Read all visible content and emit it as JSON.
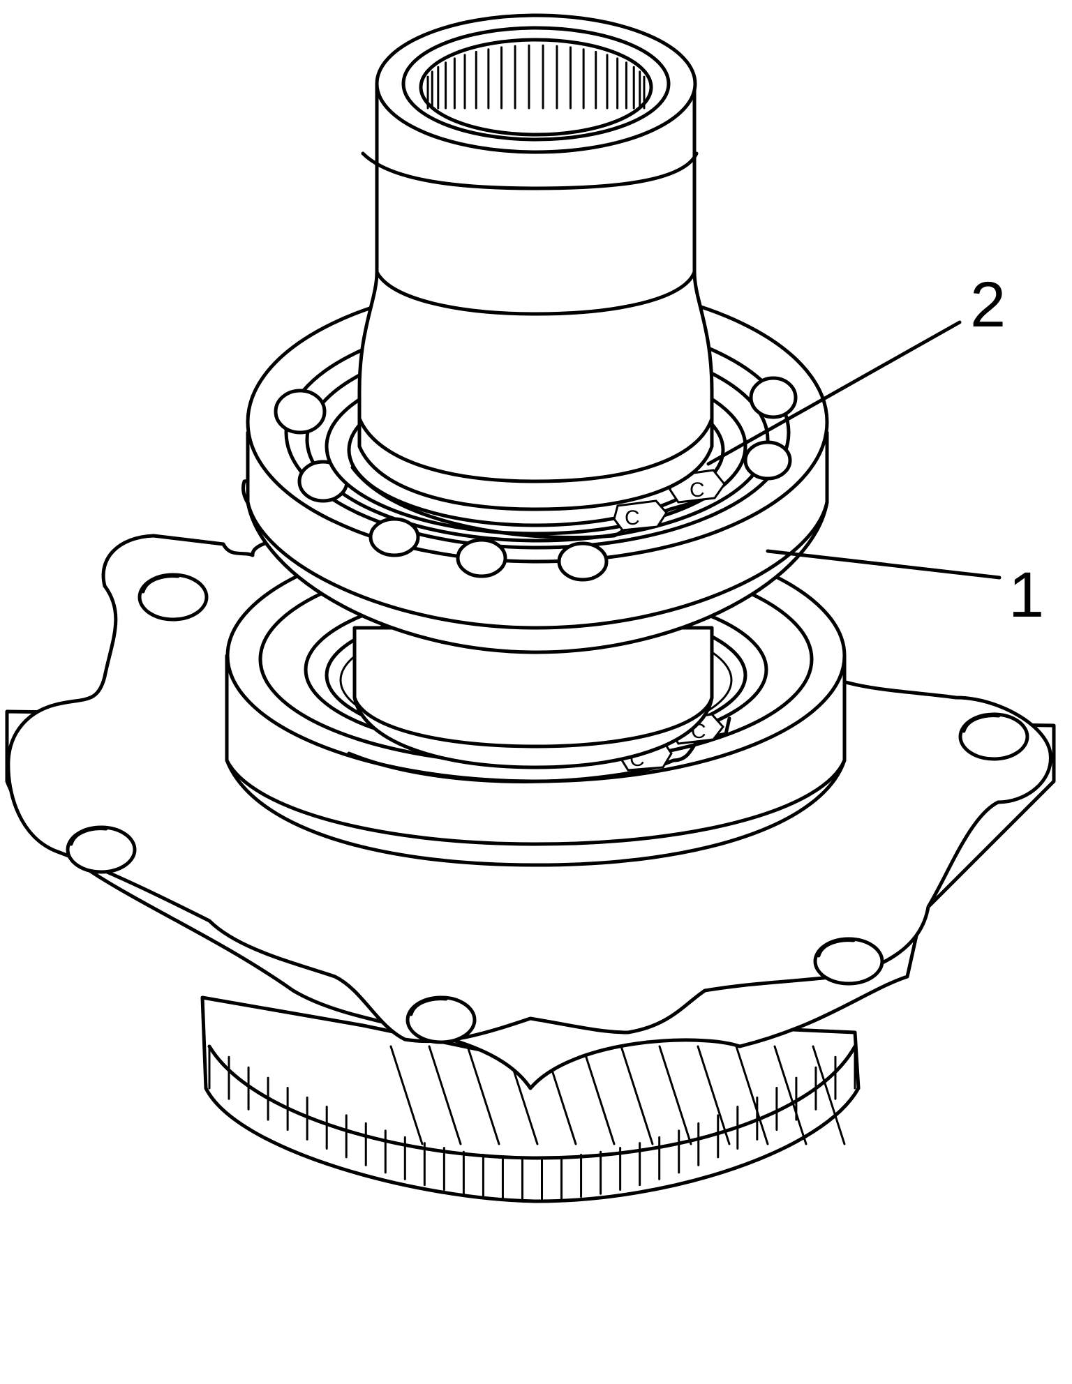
{
  "diagram": {
    "callouts": [
      {
        "id": "1",
        "label": "1"
      },
      {
        "id": "2",
        "label": "2"
      }
    ],
    "clip_marks": [
      "C",
      "C",
      "C",
      "C"
    ],
    "colors": {
      "line": "#000000",
      "background": "#ffffff"
    }
  }
}
